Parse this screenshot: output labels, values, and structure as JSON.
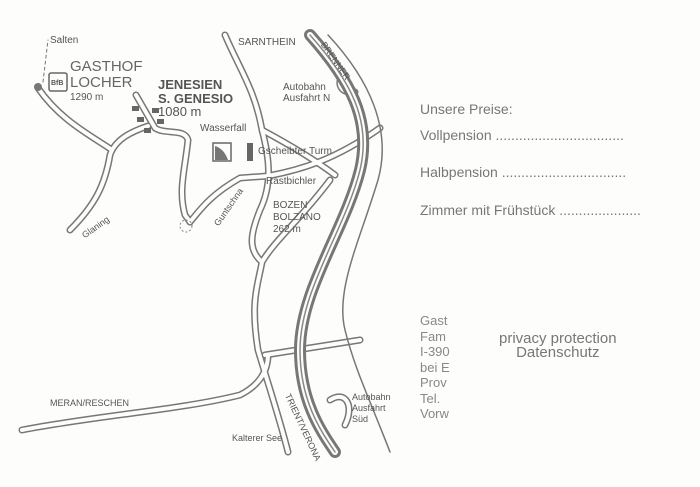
{
  "map": {
    "places": {
      "salten": "Salten",
      "gasthof_line1": "GASTHOF",
      "gasthof_line2": "LOCHER",
      "gasthof_alt": "1290 m",
      "gasthof_sign": "BfB",
      "jenesien": "JENESIEN",
      "genesio": "S. GENESIO",
      "jenesien_alt": "1080 m",
      "sarnthein": "SARNTHEIN",
      "brenner": "BRENNER",
      "autobahn_n_1": "Autobahn",
      "autobahn_n_2": "Ausfahrt N",
      "wasserfall": "Wasserfall",
      "gscheibter": "Gscheibter Turm",
      "rastbichler": "Rastbichler",
      "bozen": "BOZEN",
      "bolzano": "BOLZANO",
      "bozen_alt": "262 m",
      "glaning": "Glaning",
      "guntschna": "Guntschna",
      "meran": "MERAN/RESCHEN",
      "trient": "TRIENT/VERONA",
      "autobahn_s_1": "Autobahn",
      "autobahn_s_2": "Ausfahrt",
      "autobahn_s_3": "Süd",
      "kalterer": "Kalterer See"
    }
  },
  "prices": {
    "title": "Unsere Preise:",
    "vollpension": "Vollpension .................................",
    "halbpension": "Halbpension ................................",
    "zimmer": "Zimmer mit Frühstück ....................."
  },
  "address": [
    "Gast",
    "Fam",
    "I-390",
    "bei E",
    "Prov",
    "Tel.",
    "Vorw"
  ],
  "privacy": {
    "line1": "privacy protection",
    "line2": "Datenschutz"
  }
}
